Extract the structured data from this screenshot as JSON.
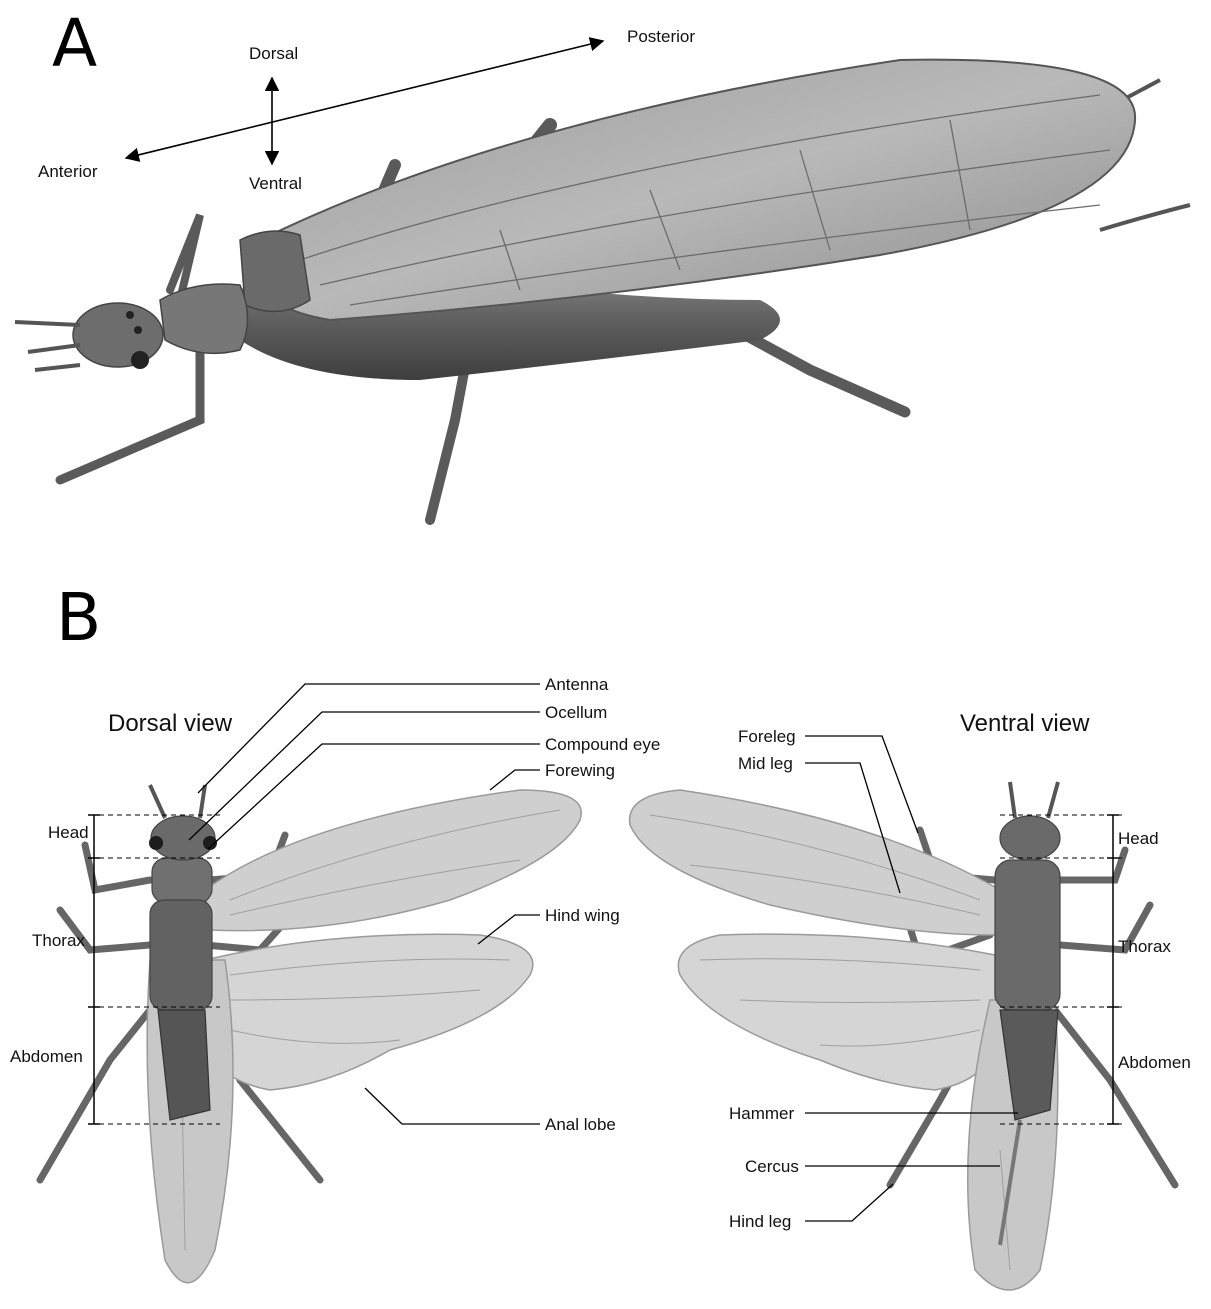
{
  "panels": {
    "a": "A",
    "b": "B"
  },
  "orientation": {
    "anterior": "Anterior",
    "posterior": "Posterior",
    "dorsal": "Dorsal",
    "ventral": "Ventral"
  },
  "dorsal_view": {
    "title": "Dorsal view",
    "labels": {
      "antenna": "Antenna",
      "ocellum": "Ocellum",
      "compound_eye": "Compound eye",
      "forewing": "Forewing",
      "hind_wing": "Hind wing",
      "anal_lobe": "Anal lobe",
      "head": "Head",
      "thorax": "Thorax",
      "abdomen": "Abdomen"
    }
  },
  "ventral_view": {
    "title": "Ventral view",
    "labels": {
      "foreleg": "Foreleg",
      "mid_leg": "Mid leg",
      "hammer": "Hammer",
      "cercus": "Cercus",
      "hind_leg": "Hind leg",
      "head": "Head",
      "thorax": "Thorax",
      "abdomen": "Abdomen"
    }
  },
  "colors": {
    "ink": "#111111",
    "body_dark": "#5a5a5a",
    "body_mid": "#7a7a7a",
    "wing_fill": "#c9c9c9",
    "vein": "#8c8c8c"
  }
}
